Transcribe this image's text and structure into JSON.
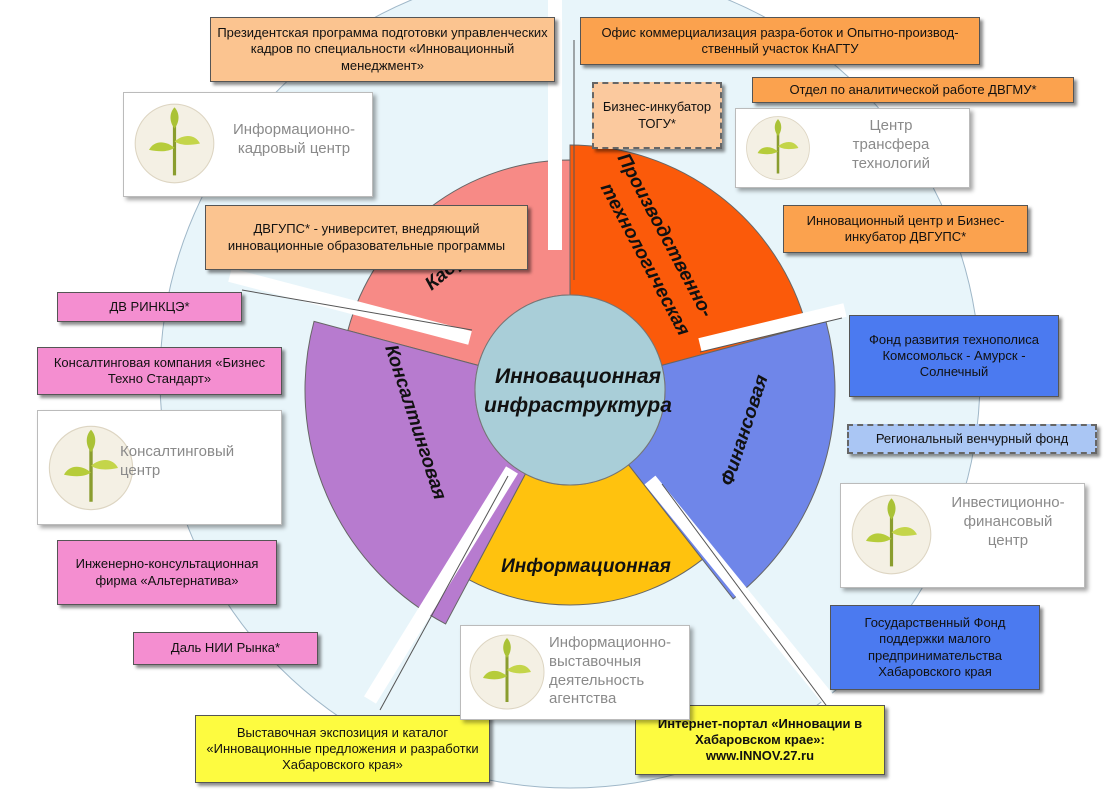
{
  "hub": {
    "line1": "Инновационная",
    "line2": "инфраструктура"
  },
  "sectors": {
    "kadrovaya": {
      "label": "Кадровая",
      "color": "#f78a86"
    },
    "proizvodstvennaya": {
      "label1": "Производственно-",
      "label2": "технологическая",
      "color": "#fb5a0a"
    },
    "finansovaya": {
      "label": "Финансовая",
      "color": "#6f86e9"
    },
    "informacionnaya": {
      "label": "Информационная",
      "color": "#ffc20e"
    },
    "konsaltingovaya": {
      "label": "Консалтинговая",
      "color": "#b77bcf"
    }
  },
  "colors": {
    "ring_background": "#e8f5fa",
    "hub": "#a9ced8",
    "orange_box": "#fba24e",
    "light_orange_box": "#fbc490",
    "pink_box": "#f48ed0",
    "blue_box": "#4b7af0",
    "yellow_box": "#fdfb40",
    "peach_box": "#fbc99e"
  },
  "boxes": {
    "president_program": "Президентская программа подготовки управленческих кадров по специальности «Инновационный менеджмент»",
    "office_kn": "Офис коммерциализация разра-боток и Опытно-производ-ственный участок КнАГТУ",
    "otdel_dvgmu": "Отдел по аналитической работе ДВГМУ*",
    "biz_incubator_togu": "Бизнес-инкубатор ТОГУ*",
    "innov_center_dvgups": "Инновационный центр и Бизнес-инкубатор ДВГУПС*",
    "dvgups_university": "ДВГУПС* - университет, внедряющий инновационные образовательные программы",
    "dv_rinkc": "ДВ РИНКЦЭ*",
    "bts": "Консалтинговая компания «Бизнес Техно Стандарт»",
    "fond_komsomolsk": "Фонд развития технополиса Комсомольск - Амурск - Солнечный",
    "venture_fund": "Региональный венчурный фонд",
    "alternativa": "Инженерно-консультационная фирма «Альтернатива»",
    "gos_fond": "Государственный Фонд поддержки малого предпринимательства Хабаровского края",
    "dal_nii": "Даль НИИ Рынка*",
    "vystavka": "Выставочная экспозиция и каталог «Инновационные предложения и разработки Хабаровского края»",
    "portal": "Интернет-портал «Инновации в Хабаровском крае»: www.INNOV.27.ru"
  },
  "centers": {
    "kadrovy": "Информационно-\nкадровый центр",
    "transfer": "Центр\nтрансфера\nтехнологий",
    "konsalting": "Консалтинговый\nцентр",
    "investment": "Инвестиционно-\nфинансовый\nцентр",
    "vystavochnaya": "Информационно-\nвыставочныя\nдеятельность\nагентства"
  },
  "icons": {
    "plant": "plant-sprout-icon"
  }
}
